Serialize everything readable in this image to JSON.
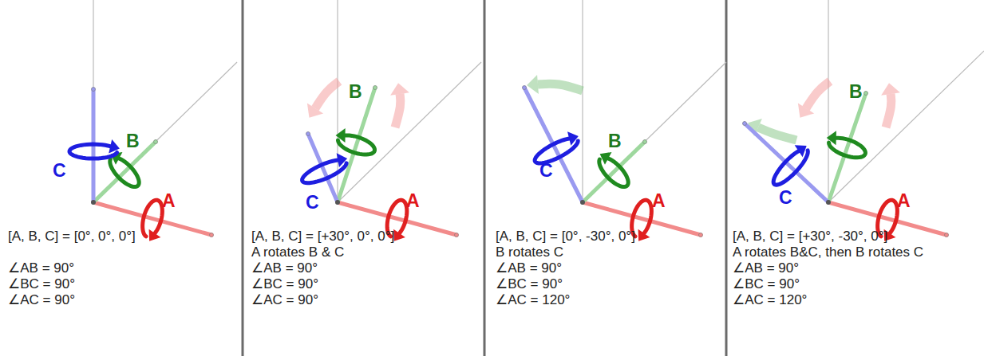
{
  "diagram": {
    "labels": [
      "C",
      "B",
      "A",
      "[A, B, C] = [0°, 0°, 0°]",
      "∠AB = 90°",
      "∠BC = 90°",
      "∠AC = 90°",
      "B",
      "C",
      "A",
      "[A, B, C] = [+30°, 0°, 0°]",
      "A rotates B & C",
      "∠AB = 90°",
      "∠BC = 90°",
      "∠AC = 90°",
      "B",
      "C",
      "A",
      "[A, B, C] = [0°, -30°, 0°]",
      "B rotates C",
      "∠AB = 90°",
      "∠BC = 90°",
      "∠AC = 120°",
      "B",
      "C",
      "A",
      "[A, B, C] = [+30°, -30°, 0°]",
      "A rotates B&C, then B rotates C",
      "∠AB = 90°",
      "∠BC = 90°",
      "∠AC = 120°"
    ]
  }
}
